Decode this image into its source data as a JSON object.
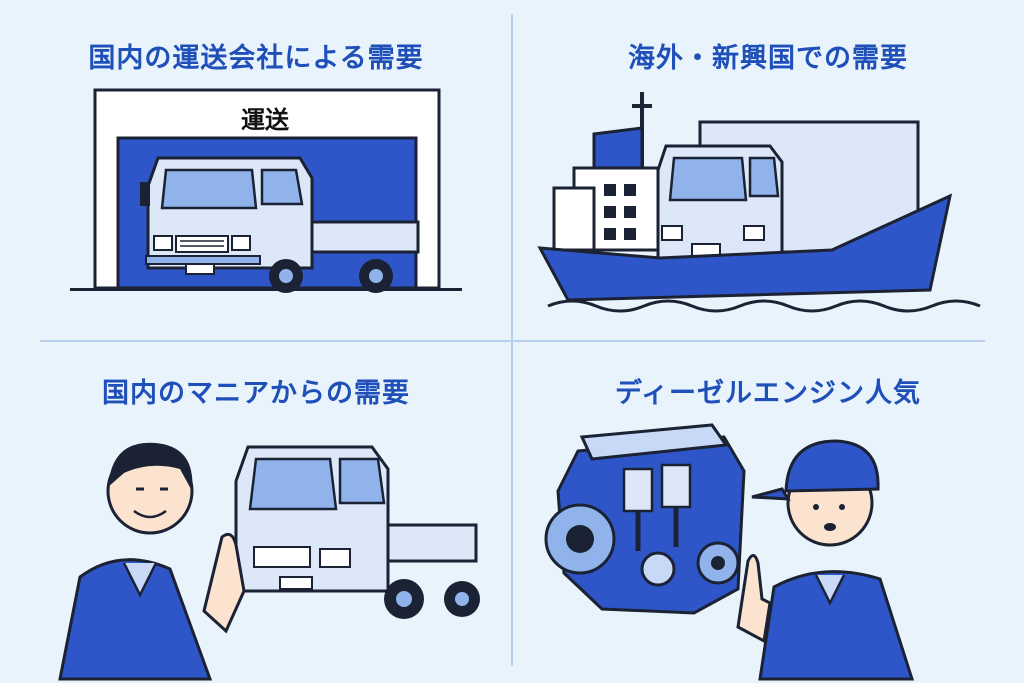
{
  "panels": [
    {
      "title": "国内の運送会社による需要",
      "icon": "truck-garage-icon",
      "sign": "運送"
    },
    {
      "title": "海外・新興国での需要",
      "icon": "cargo-ship-truck-icon"
    },
    {
      "title": "国内のマニアからの需要",
      "icon": "truck-enthusiast-icon"
    },
    {
      "title": "ディーゼルエンジン人気",
      "icon": "diesel-engine-mechanic-icon"
    }
  ],
  "colors": {
    "background": "#e9f3fb",
    "title": "#1f4fb8",
    "primary_blue": "#2e56c9",
    "light_blue": "#c7d9f6",
    "outline": "#1b2233"
  }
}
